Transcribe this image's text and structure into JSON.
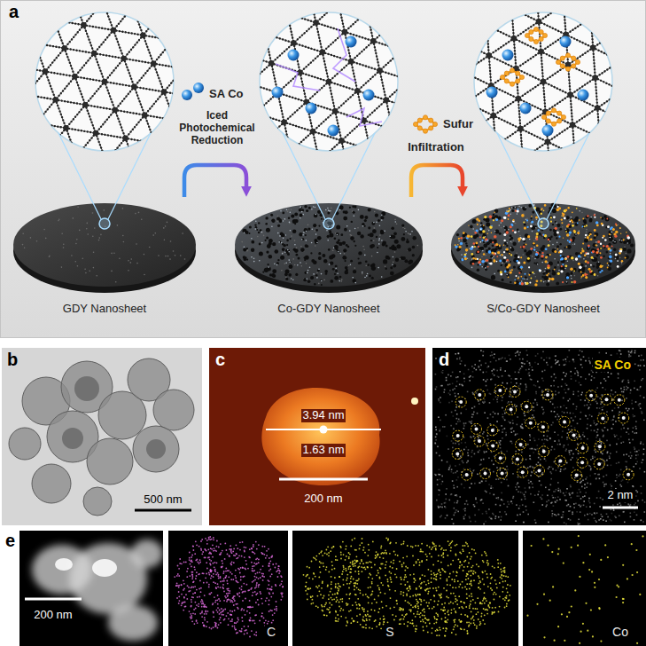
{
  "diagram": {
    "nodes": [
      {
        "text": [
          "GDY Nanosheet"
        ]
      },
      {
        "text": [
          "Co-GDY Nanosheet"
        ]
      },
      {
        "text": [
          "S/Co-GDY Nanosheet"
        ]
      }
    ],
    "edges": [
      {
        "from": 0,
        "to": 1,
        "arrow": "to",
        "label": "Iced Photochemical Reduction"
      },
      {
        "from": 1,
        "to": 2,
        "arrow": "to",
        "label": "Infiltration"
      }
    ],
    "labels": [
      "a",
      "SA Co",
      "Sufur",
      "b",
      "500 nm",
      "c",
      "3.94 nm",
      "1.63 nm",
      "200 nm",
      "d",
      "SA Co",
      "2 nm",
      "e",
      "200 nm",
      "C",
      "S",
      "Co"
    ]
  }
}
